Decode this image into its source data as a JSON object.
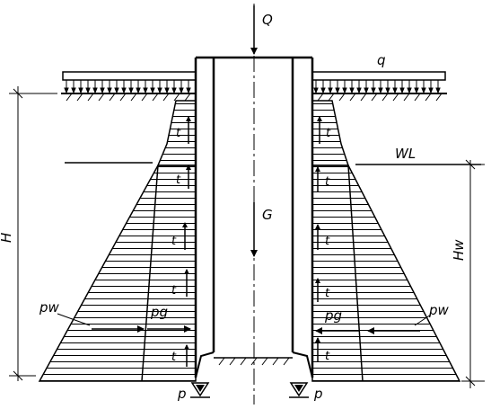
{
  "labels": {
    "Q": "Q",
    "q": "q",
    "G": "G",
    "WL": "WL",
    "H": "H",
    "Hw": "Hw",
    "pw": "pw",
    "pg": "pg",
    "t": "t",
    "p": "p"
  }
}
